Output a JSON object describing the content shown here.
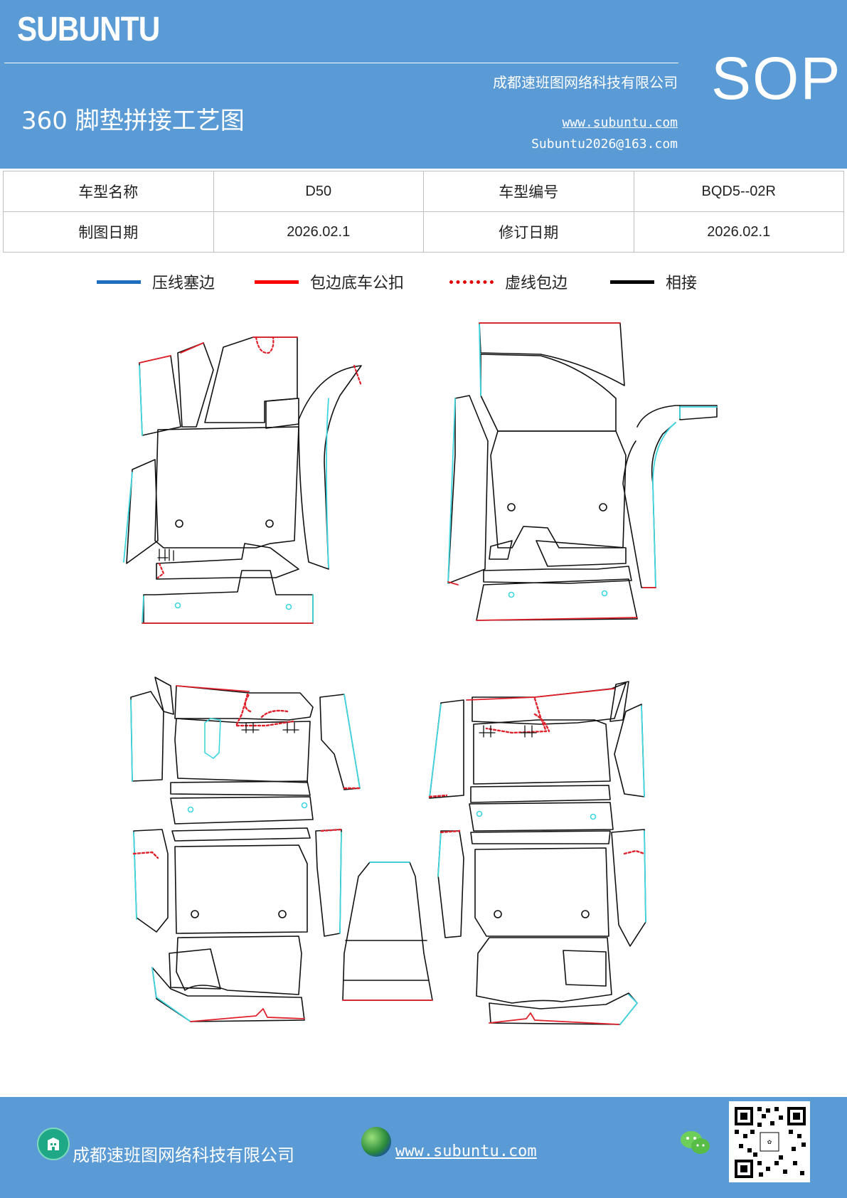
{
  "header": {
    "brand": "SUBUNTU",
    "company": "成都速班图网络科技有限公司",
    "website": "www.subuntu.com",
    "email": "Subuntu2026@163.com",
    "title": "360 脚垫拼接工艺图",
    "badge": "SOP"
  },
  "info": {
    "model_name_label": "车型名称",
    "model_name_value": "D50",
    "model_code_label": "车型编号",
    "model_code_value": "BQD5--02R",
    "draw_date_label": "制图日期",
    "draw_date_value": "2026.02.1",
    "revise_date_label": "修订日期",
    "revise_date_value": "2026.02.1"
  },
  "legend": [
    {
      "label": "压线塞边",
      "color": "#1f6fc0",
      "style": "solid"
    },
    {
      "label": "包边底车公扣",
      "color": "#ff0000",
      "style": "solid"
    },
    {
      "label": "虚线包边",
      "color": "#e00000",
      "style": "dotted"
    },
    {
      "label": "相接",
      "color": "#000000",
      "style": "solid"
    }
  ],
  "colors": {
    "cyan_edge": "#3fd6e0",
    "red_edge": "#e0202a",
    "outline": "#111111",
    "banner": "#5b9bd5"
  },
  "footer": {
    "company": "成都速班图网络科技有限公司",
    "website": "www.subuntu.com",
    "icons": [
      "building-icon",
      "globe-icon",
      "wechat-icon",
      "qr-code"
    ]
  }
}
